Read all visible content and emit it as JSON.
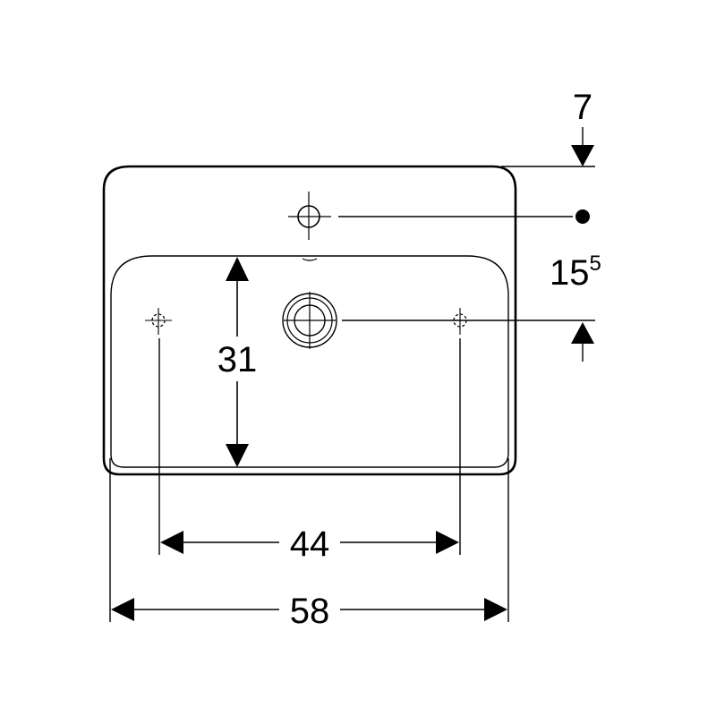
{
  "colors": {
    "line": "#000000",
    "background": "#ffffff"
  },
  "dimensions": {
    "top_offset": "7",
    "tap_to_waste_main": "15",
    "tap_to_waste_sup": "5",
    "bowl_depth": "31",
    "bolt_spacing": "44",
    "overall_width": "58"
  }
}
